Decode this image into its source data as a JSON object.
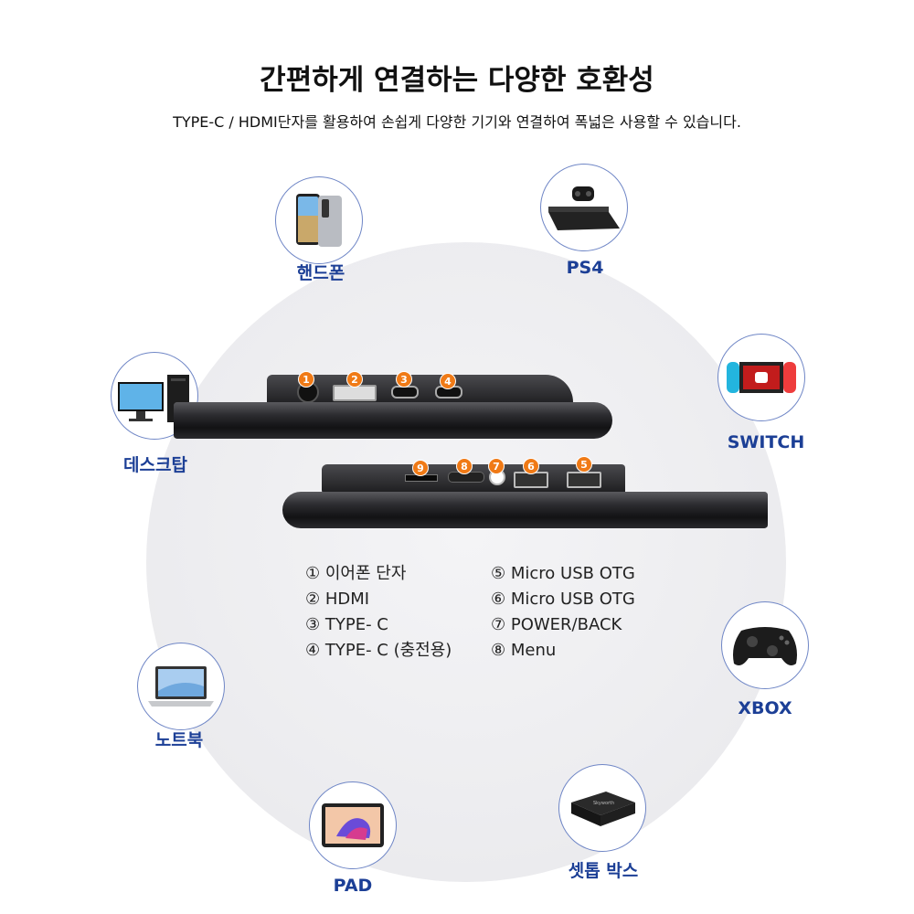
{
  "header": {
    "title": "간편하게 연결하는 다양한 호환성",
    "subtitle": "TYPE-C / HDMI단자를 활용하여 손쉽게 다양한  기기와 연결하여 폭넓은 사용할 수 있습니다."
  },
  "devices": {
    "phone": "핸드폰",
    "ps4": "PS4",
    "desktop": "데스크탑",
    "switch": "SWITCH",
    "laptop": "노트북",
    "xbox": "XBOX",
    "pad": "PAD",
    "settop": "셋톱 박스"
  },
  "ports_top": [
    "1",
    "2",
    "3",
    "4"
  ],
  "ports_bottom": [
    "9",
    "8",
    "7",
    "6",
    "5"
  ],
  "legend": {
    "left": [
      "① 이어폰 단자",
      "② HDMI",
      "③ TYPE- C",
      "④ TYPE- C (충전용)"
    ],
    "right": [
      "⑤ Micro USB OTG",
      "⑥ Micro USB OTG",
      "⑦ POWER/BACK",
      "⑧ Menu"
    ]
  },
  "colors": {
    "label_blue": "#1c3f96",
    "badge_orange": "#f07a16",
    "ring_blue": "#6f86c6"
  },
  "icons": [
    "smartphone-icon",
    "ps4-console-icon",
    "desktop-pc-icon",
    "nintendo-switch-icon",
    "laptop-icon",
    "xbox-controller-icon",
    "tablet-icon",
    "set-top-box-icon"
  ]
}
